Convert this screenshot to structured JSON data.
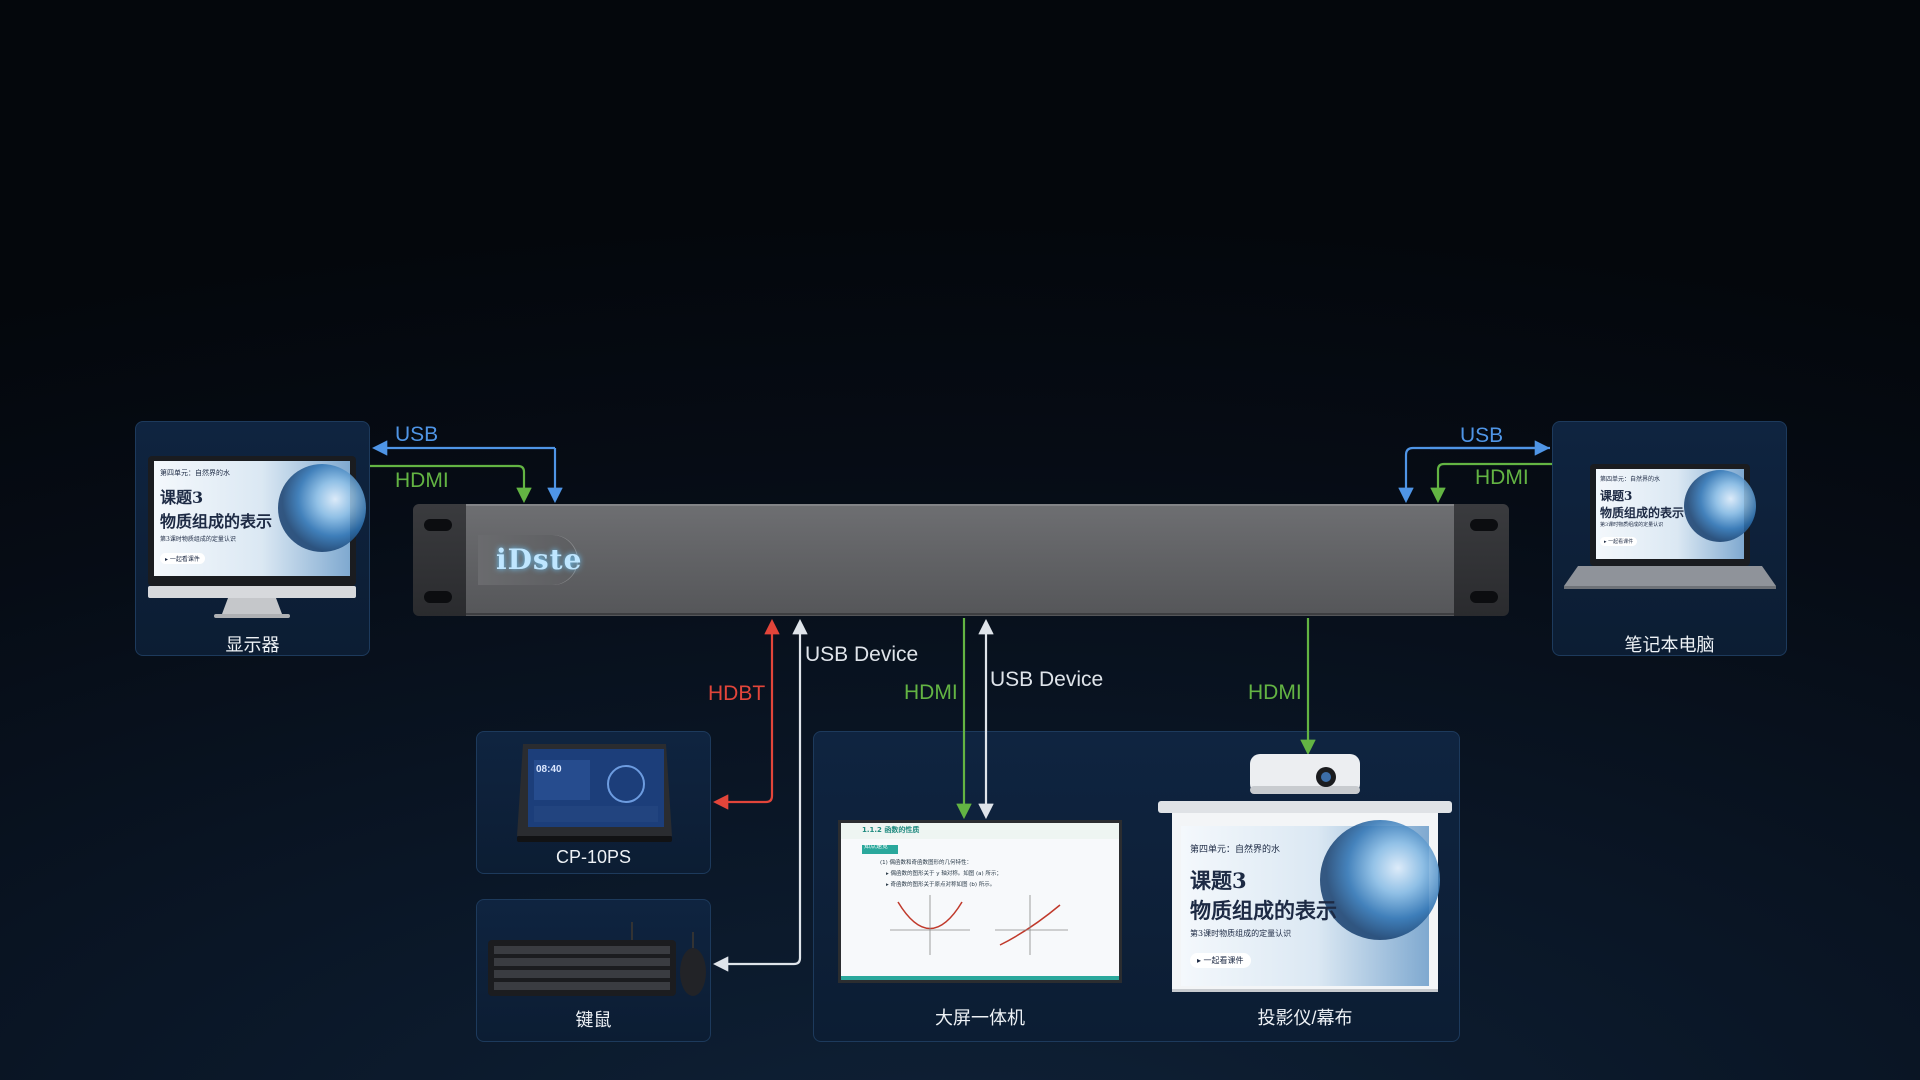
{
  "device": {
    "brand": "iDste"
  },
  "nodes": {
    "monitor": {
      "label": "显示器"
    },
    "laptop": {
      "label": "笔记本电脑"
    },
    "panel": {
      "label": "CP-10PS"
    },
    "keyboard": {
      "label": "键鼠"
    },
    "smartscreen": {
      "label": "大屏一体机"
    },
    "projector": {
      "label": "投影仪/幕布"
    }
  },
  "slide": {
    "unit": "第四单元：自然界的水",
    "title1": "课题3",
    "title2": "物质组成的表示",
    "sub": "第3课时物质组成的定量认识",
    "btn": "▸ 一起看课件"
  },
  "smartscreen_screen": {
    "heading": "1.1.2 函数的性质",
    "tag": "知点速览",
    "line1": "(1) 偶函数和奇函数图形的几何特性：",
    "line2": "▸ 偶函数的图形关于 y 轴对称。如图 (a) 所示；",
    "line3": "▸ 奇函数的图形关于原点对称如图 (b) 所示。"
  },
  "panel_screen": {
    "time": "08:40"
  },
  "connections": {
    "monitor_usb": "USB",
    "monitor_hdmi": "HDMI",
    "laptop_usb": "USB",
    "laptop_hdmi": "HDMI",
    "hdbt": "HDBT",
    "usb_device_1": "USB Device",
    "hdmi_screen": "HDMI",
    "usb_device_2": "USB Device",
    "hdmi_projector": "HDMI"
  },
  "colors": {
    "usb": "#4f95e6",
    "hdmi": "#63b443",
    "hdbt": "#e2453a",
    "device": "#dfe4ea"
  }
}
